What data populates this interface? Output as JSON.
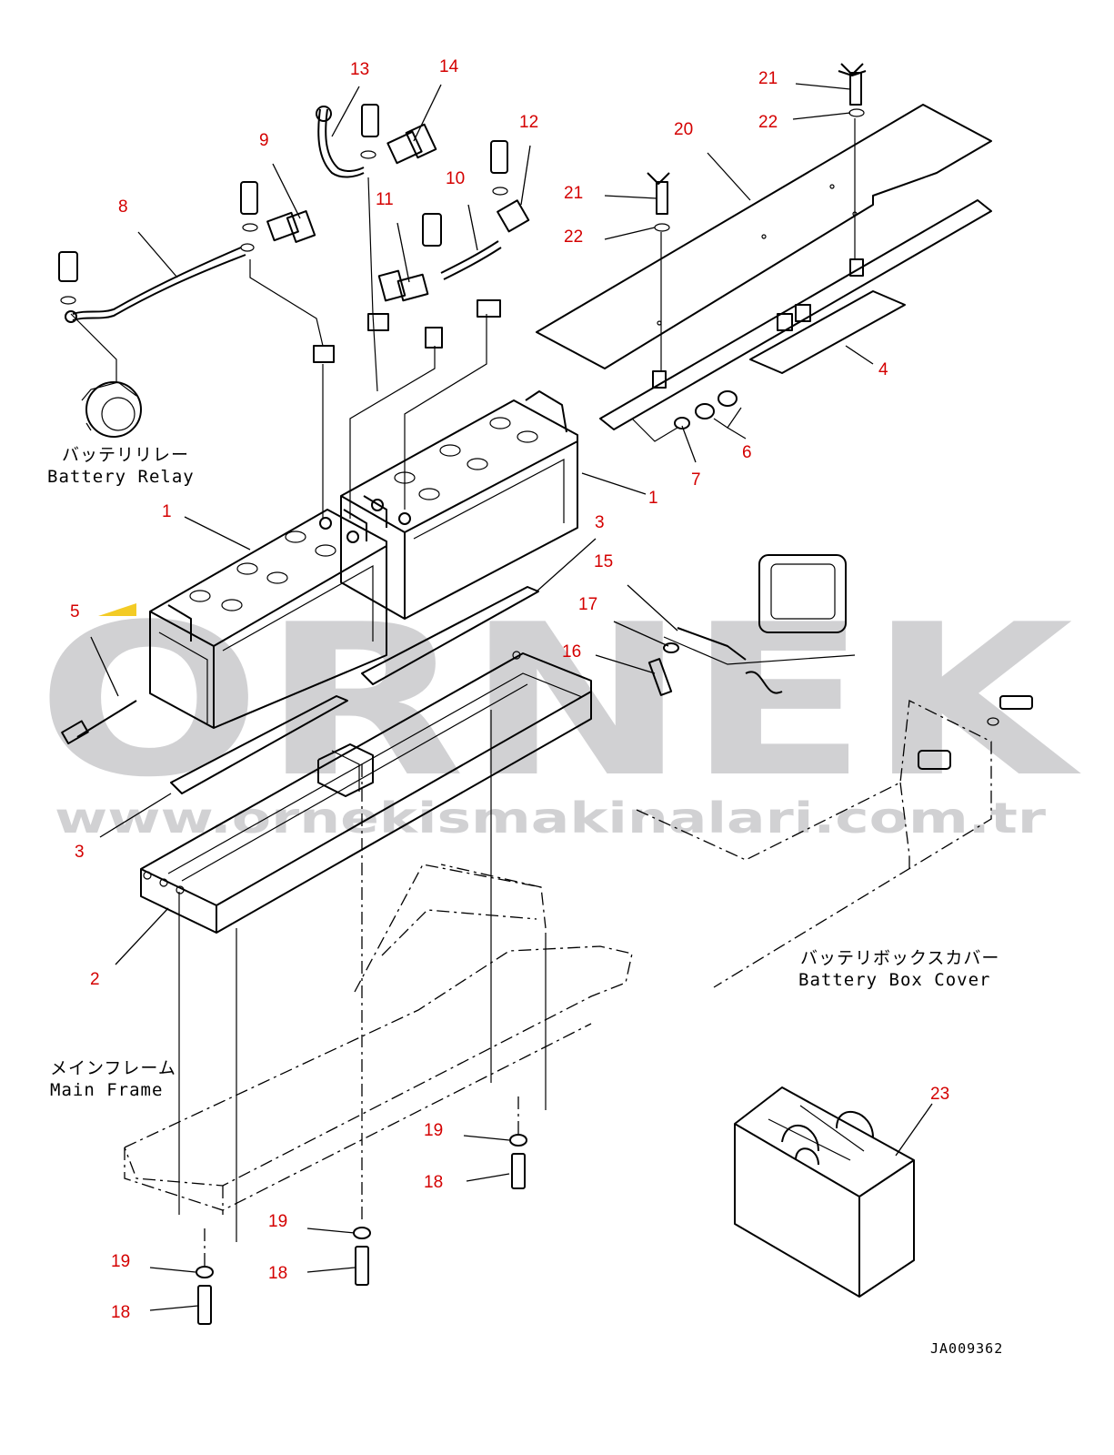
{
  "drawing_code": "JA009362",
  "watermark": {
    "brand": "ORNEK",
    "url": "www.ornekismakinalari.com.tr",
    "brand_color": "#c9c9cc",
    "accent_color": "#f2c200"
  },
  "labels": {
    "battery_relay_jp": "バッテリリレー",
    "battery_relay_en": "Battery Relay",
    "main_frame_jp": "メインフレーム",
    "main_frame_en": "Main Frame",
    "battery_box_cover_jp": "バッテリボックスカバー",
    "battery_box_cover_en": "Battery Box Cover"
  },
  "callouts": [
    "1",
    "1",
    "2",
    "3",
    "3",
    "4",
    "5",
    "6",
    "7",
    "8",
    "9",
    "10",
    "11",
    "12",
    "13",
    "14",
    "15",
    "16",
    "17",
    "18",
    "18",
    "18",
    "19",
    "19",
    "19",
    "20",
    "21",
    "21",
    "22",
    "22",
    "23"
  ],
  "colors": {
    "callout": "#d40000",
    "line": "#000000"
  }
}
